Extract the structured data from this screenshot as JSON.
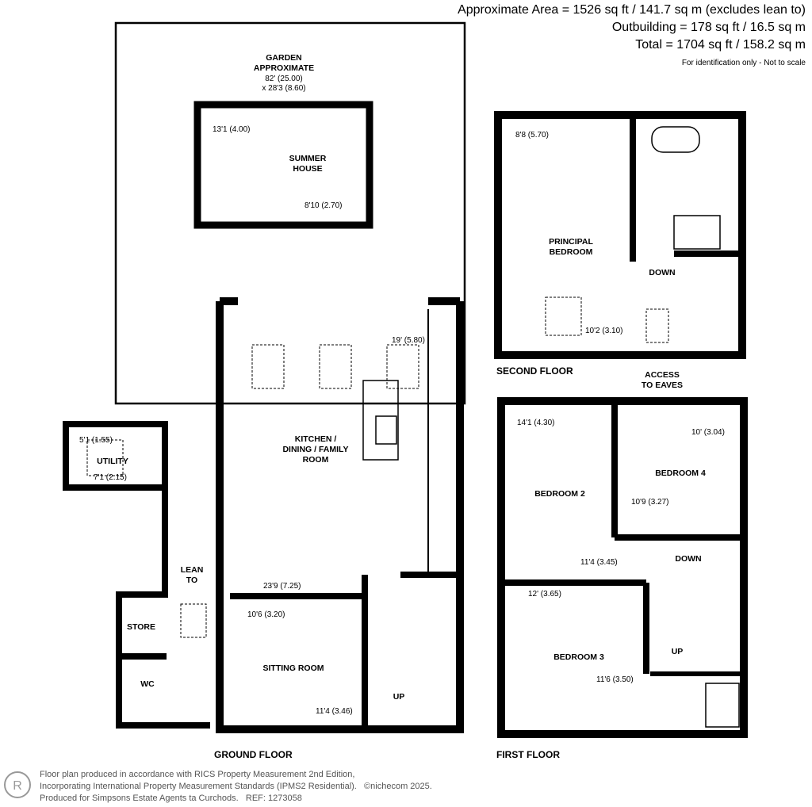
{
  "header": {
    "area": "Approximate Area = 1526 sq ft / 141.7 sq m (excludes lean to)",
    "outbuilding": "Outbuilding = 178 sq ft / 16.5 sq m",
    "total": "Total = 1704 sq ft / 158.2 sq m",
    "note": "For identification only - Not to scale"
  },
  "ground_floor": {
    "title": "GROUND FLOOR",
    "garden": {
      "name1": "GARDEN",
      "name2": "APPROXIMATE",
      "dim1": "82' (25.00)",
      "dim2": "x 28'3 (8.60)"
    },
    "summer_house": {
      "name1": "SUMMER",
      "name2": "HOUSE",
      "dim_w": "13'1 (4.00)",
      "dim_h": "8'10 (2.70)"
    },
    "kitchen": {
      "name1": "KITCHEN /",
      "name2": "DINING / FAMILY",
      "name3": "ROOM",
      "dim_w": "19' (5.80)",
      "dim_h": "23'9 (7.25)"
    },
    "utility": {
      "name": "UTILITY",
      "dim_w": "5'1 (1.55)",
      "dim_h": "7'1 (2.15)"
    },
    "lean_to": {
      "name1": "LEAN",
      "name2": "TO"
    },
    "store": {
      "name": "STORE"
    },
    "wc": {
      "name": "WC"
    },
    "sitting": {
      "name": "SITTING ROOM",
      "dim_h": "10'6 (3.20)",
      "dim_w": "11'4 (3.46)"
    },
    "stairs": "UP"
  },
  "second_floor": {
    "title": "SECOND FLOOR",
    "principal": {
      "name1": "PRINCIPAL",
      "name2": "BEDROOM",
      "dim_h": "8'8 (5.70)",
      "dim_w": "10'2 (3.10)"
    },
    "stairs": "DOWN",
    "eaves1": "ACCESS",
    "eaves2": "TO EAVES"
  },
  "first_floor": {
    "title": "FIRST FLOOR",
    "bed2": {
      "name": "BEDROOM 2",
      "dim_h": "14'1 (4.30)",
      "dim_w": "11'4 (3.45)"
    },
    "bed4": {
      "name": "BEDROOM 4",
      "dim_w": "10' (3.04)",
      "dim_h": "10'9 (3.27)"
    },
    "bed3": {
      "name": "BEDROOM 3",
      "dim_h": "12' (3.65)",
      "dim_w": "11'6 (3.50)"
    },
    "down": "DOWN",
    "up": "UP"
  },
  "footer": {
    "line1": "Floor plan produced in accordance with RICS Property Measurement 2nd Edition,",
    "line2": "Incorporating International Property Measurement Standards (IPMS2 Residential).",
    "brand": "©nichecom 2025.",
    "line3": "Produced for Simpsons Estate Agents ta Curchods.",
    "ref": "REF:  1273058"
  }
}
